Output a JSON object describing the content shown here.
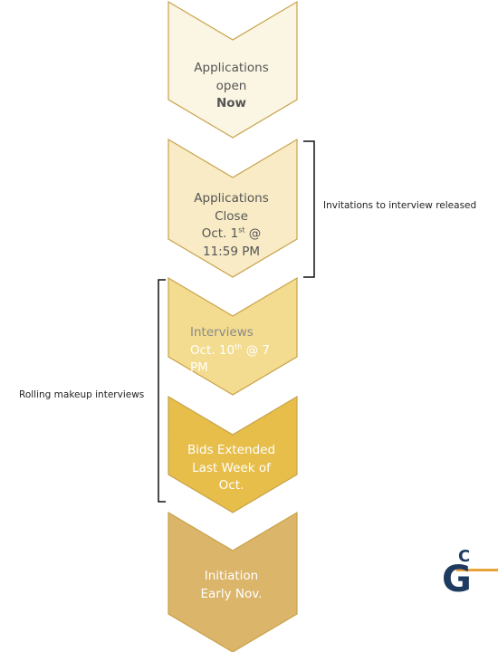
{
  "steps": [
    {
      "lines": [
        "Applications",
        "open",
        "Now"
      ],
      "bold_last": true,
      "fill": "#fbf5e3",
      "text_color": "#555555"
    },
    {
      "lines": [
        "Applications",
        "Close",
        "Oct. 1st @",
        "11:59 PM"
      ],
      "fill": "#f8ebc6",
      "text_color": "#555555"
    },
    {
      "lines": [
        "Interviews",
        "Oct. 10th @ 7",
        "PM"
      ],
      "fill": "#f3dc8f",
      "text_color": "#ffffff"
    },
    {
      "lines": [
        "Bids Extended",
        "Last Week of",
        "Oct."
      ],
      "fill": "#e7be4a",
      "text_color": "#ffffff"
    },
    {
      "lines": [
        "Initiation",
        "Early Nov."
      ],
      "fill": "#dbb56a",
      "text_color": "#ffffff"
    }
  ],
  "brackets": {
    "invitations_label": "Invitations to interview released",
    "makeup_label": "Rolling makeup interviews"
  },
  "logo": {
    "top_text": "C",
    "main_text": "G"
  },
  "colors": {
    "outline": "#c9a24a",
    "bracket": "#111111",
    "logo_navy": "#1e3a5f",
    "logo_orange": "#e8a33a"
  }
}
